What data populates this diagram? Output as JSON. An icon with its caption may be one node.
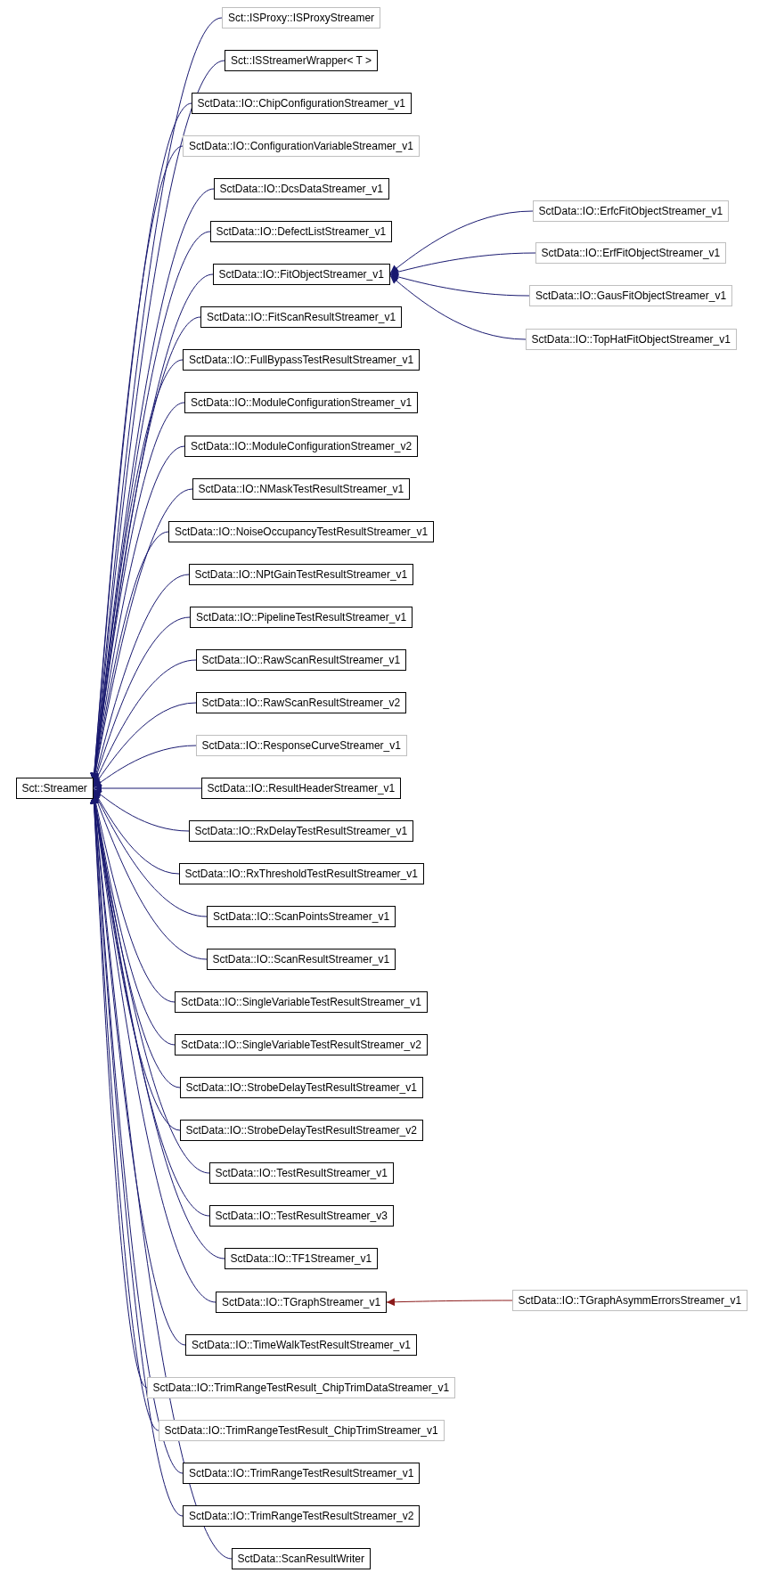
{
  "diagram": {
    "nodes": [
      {
        "text": [
          "Sct::Streamer"
        ]
      },
      {
        "text": [
          "Sct::ISProxy::ISProxyStreamer"
        ]
      },
      {
        "text": [
          "Sct::ISStreamerWrapper< T >"
        ]
      },
      {
        "text": [
          "SctData::IO::ChipConfigurationStreamer_v1"
        ]
      },
      {
        "text": [
          "SctData::IO::ConfigurationVariableStreamer_v1"
        ]
      },
      {
        "text": [
          "SctData::IO::DcsDataStreamer_v1"
        ]
      },
      {
        "text": [
          "SctData::IO::DefectListStreamer_v1"
        ]
      },
      {
        "text": [
          "SctData::IO::FitObjectStreamer_v1"
        ]
      },
      {
        "text": [
          "SctData::IO::FitScanResultStreamer_v1"
        ]
      },
      {
        "text": [
          "SctData::IO::FullBypassTestResultStreamer_v1"
        ]
      },
      {
        "text": [
          "SctData::IO::ModuleConfigurationStreamer_v1"
        ]
      },
      {
        "text": [
          "SctData::IO::ModuleConfigurationStreamer_v2"
        ]
      },
      {
        "text": [
          "SctData::IO::NMaskTestResultStreamer_v1"
        ]
      },
      {
        "text": [
          "SctData::IO::NoiseOccupancyTestResultStreamer_v1"
        ]
      },
      {
        "text": [
          "SctData::IO::NPtGainTestResultStreamer_v1"
        ]
      },
      {
        "text": [
          "SctData::IO::PipelineTestResultStreamer_v1"
        ]
      },
      {
        "text": [
          "SctData::IO::RawScanResultStreamer_v1"
        ]
      },
      {
        "text": [
          "SctData::IO::RawScanResultStreamer_v2"
        ]
      },
      {
        "text": [
          "SctData::IO::ResponseCurveStreamer_v1"
        ]
      },
      {
        "text": [
          "SctData::IO::ResultHeaderStreamer_v1"
        ]
      },
      {
        "text": [
          "SctData::IO::RxDelayTestResultStreamer_v1"
        ]
      },
      {
        "text": [
          "SctData::IO::RxThresholdTestResultStreamer_v1"
        ]
      },
      {
        "text": [
          "SctData::IO::ScanPointsStreamer_v1"
        ]
      },
      {
        "text": [
          "SctData::IO::ScanResultStreamer_v1"
        ]
      },
      {
        "text": [
          "SctData::IO::SingleVariableTestResultStreamer_v1"
        ]
      },
      {
        "text": [
          "SctData::IO::SingleVariableTestResultStreamer_v2"
        ]
      },
      {
        "text": [
          "SctData::IO::StrobeDelayTestResultStreamer_v1"
        ]
      },
      {
        "text": [
          "SctData::IO::StrobeDelayTestResultStreamer_v2"
        ]
      },
      {
        "text": [
          "SctData::IO::TestResultStreamer_v1"
        ]
      },
      {
        "text": [
          "SctData::IO::TestResultStreamer_v3"
        ]
      },
      {
        "text": [
          "SctData::IO::TF1Streamer_v1"
        ]
      },
      {
        "text": [
          "SctData::IO::TGraphStreamer_v1"
        ]
      },
      {
        "text": [
          "SctData::IO::TimeWalkTestResultStreamer_v1"
        ]
      },
      {
        "text": [
          "SctData::IO::TrimRangeTestResult_ChipTrimDataStreamer_v1"
        ]
      },
      {
        "text": [
          "SctData::IO::TrimRangeTestResult_ChipTrimStreamer_v1"
        ]
      },
      {
        "text": [
          "SctData::IO::TrimRangeTestResultStreamer_v1"
        ]
      },
      {
        "text": [
          "SctData::IO::TrimRangeTestResultStreamer_v2"
        ]
      },
      {
        "text": [
          "SctData::ScanResultWriter"
        ]
      },
      {
        "text": [
          "SctData::IO::ErfcFitObjectStreamer_v1"
        ]
      },
      {
        "text": [
          "SctData::IO::ErfFitObjectStreamer_v1"
        ]
      },
      {
        "text": [
          "SctData::IO::GausFitObjectStreamer_v1"
        ]
      },
      {
        "text": [
          "SctData::IO::TopHatFitObjectStreamer_v1"
        ]
      },
      {
        "text": [
          "SctData::IO::TGraphAsymmErrorsStreamer_v1"
        ]
      }
    ],
    "edges": [
      {
        "from": 1,
        "to": 0,
        "arrow": "to"
      },
      {
        "from": 2,
        "to": 0,
        "arrow": "to"
      },
      {
        "from": 3,
        "to": 0,
        "arrow": "to"
      },
      {
        "from": 4,
        "to": 0,
        "arrow": "to"
      },
      {
        "from": 5,
        "to": 0,
        "arrow": "to"
      },
      {
        "from": 6,
        "to": 0,
        "arrow": "to"
      },
      {
        "from": 7,
        "to": 0,
        "arrow": "to"
      },
      {
        "from": 8,
        "to": 0,
        "arrow": "to"
      },
      {
        "from": 9,
        "to": 0,
        "arrow": "to"
      },
      {
        "from": 10,
        "to": 0,
        "arrow": "to"
      },
      {
        "from": 11,
        "to": 0,
        "arrow": "to"
      },
      {
        "from": 12,
        "to": 0,
        "arrow": "to"
      },
      {
        "from": 13,
        "to": 0,
        "arrow": "to"
      },
      {
        "from": 14,
        "to": 0,
        "arrow": "to"
      },
      {
        "from": 15,
        "to": 0,
        "arrow": "to"
      },
      {
        "from": 16,
        "to": 0,
        "arrow": "to"
      },
      {
        "from": 17,
        "to": 0,
        "arrow": "to"
      },
      {
        "from": 18,
        "to": 0,
        "arrow": "to"
      },
      {
        "from": 19,
        "to": 0,
        "arrow": "to"
      },
      {
        "from": 20,
        "to": 0,
        "arrow": "to"
      },
      {
        "from": 21,
        "to": 0,
        "arrow": "to"
      },
      {
        "from": 22,
        "to": 0,
        "arrow": "to"
      },
      {
        "from": 23,
        "to": 0,
        "arrow": "to"
      },
      {
        "from": 24,
        "to": 0,
        "arrow": "to"
      },
      {
        "from": 25,
        "to": 0,
        "arrow": "to"
      },
      {
        "from": 26,
        "to": 0,
        "arrow": "to"
      },
      {
        "from": 27,
        "to": 0,
        "arrow": "to"
      },
      {
        "from": 28,
        "to": 0,
        "arrow": "to"
      },
      {
        "from": 29,
        "to": 0,
        "arrow": "to"
      },
      {
        "from": 30,
        "to": 0,
        "arrow": "to"
      },
      {
        "from": 31,
        "to": 0,
        "arrow": "to"
      },
      {
        "from": 32,
        "to": 0,
        "arrow": "to"
      },
      {
        "from": 33,
        "to": 0,
        "arrow": "to"
      },
      {
        "from": 34,
        "to": 0,
        "arrow": "to"
      },
      {
        "from": 35,
        "to": 0,
        "arrow": "to"
      },
      {
        "from": 36,
        "to": 0,
        "arrow": "to"
      },
      {
        "from": 37,
        "to": 0,
        "arrow": "to"
      },
      {
        "from": 38,
        "to": 7,
        "arrow": "to"
      },
      {
        "from": 39,
        "to": 7,
        "arrow": "to"
      },
      {
        "from": 40,
        "to": 7,
        "arrow": "to"
      },
      {
        "from": 41,
        "to": 7,
        "arrow": "to"
      },
      {
        "from": 42,
        "to": 31,
        "arrow": "to",
        "color": "#8b1a1a"
      }
    ]
  }
}
